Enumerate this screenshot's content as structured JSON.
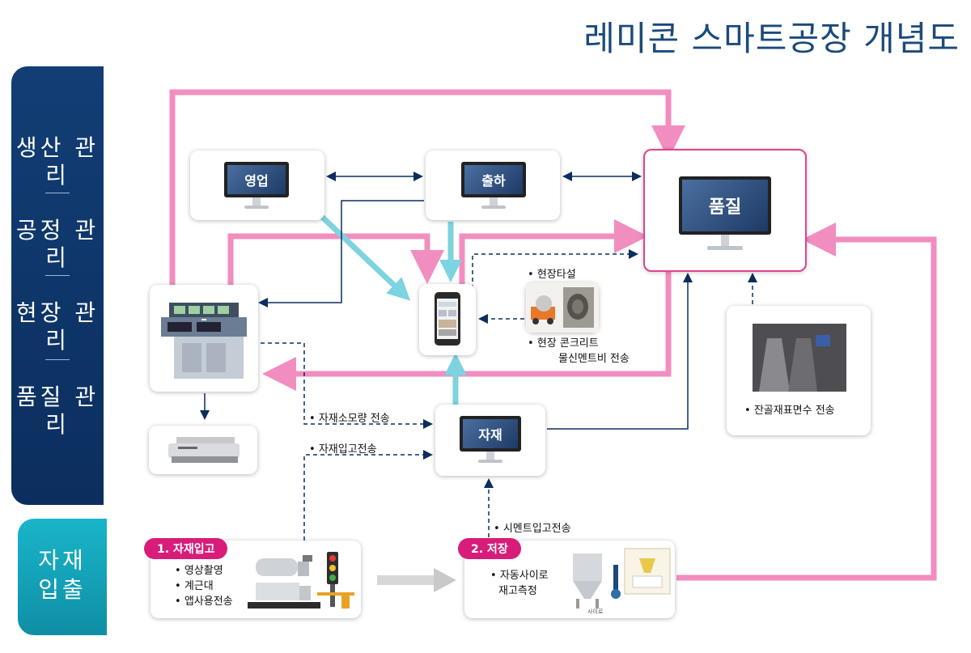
{
  "title": "레미콘 스마트공장 개념도",
  "sidebar": {
    "groups": [
      "생산 관리",
      "공정 관리",
      "현장 관리",
      "품질 관리"
    ],
    "bottom": "자재 입출"
  },
  "nodes": {
    "sales": "영업",
    "shipping": "출하",
    "quality": "품질",
    "material": "자재"
  },
  "site": {
    "label1": "현장타설",
    "label2": "현장 콘크리트",
    "label3": "물신멘트비 전송"
  },
  "aggregate": {
    "label": "잔골재표면수 전송"
  },
  "flows": {
    "consumption": "자재소모량 전송",
    "receipt": "자재입고전송",
    "cement": "시멘트입고전송"
  },
  "step1": {
    "badge": "1. 자재입고",
    "items": [
      "영상촬영",
      "계근대",
      "앱사용전송"
    ]
  },
  "step2": {
    "badge": "2. 저장",
    "items": [
      "자동사이로",
      "재고측정"
    ],
    "silo_label": "사이로"
  },
  "colors": {
    "navy": "#0b2e5e",
    "teal": "#17a9bf",
    "pink": "#f28dbf",
    "arrowBlue": "#7dd3df",
    "magenta": "#d81c79"
  }
}
